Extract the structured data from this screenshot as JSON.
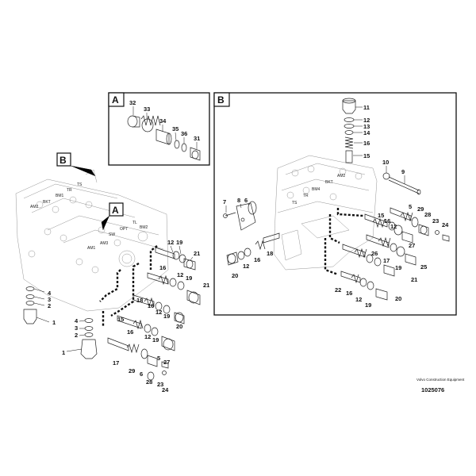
{
  "diagram": {
    "title": "Control valve exploded view",
    "detail_a": {
      "label": "A",
      "parts": [
        "32",
        "33",
        "34",
        "35",
        "36",
        "31"
      ]
    },
    "detail_b": {
      "label": "B",
      "parts": [
        "11",
        "12",
        "13",
        "14",
        "16",
        "15",
        "10",
        "9",
        "7",
        "8",
        "6",
        "5",
        "29",
        "28",
        "23",
        "24",
        "15",
        "16",
        "12",
        "27",
        "25",
        "26",
        "17",
        "19",
        "18",
        "16",
        "12",
        "20",
        "22",
        "16",
        "12",
        "19",
        "20",
        "21"
      ]
    },
    "main_view": {
      "callout_b": "B",
      "callout_a": "A",
      "parts": [
        "12",
        "19",
        "21",
        "16",
        "12",
        "19",
        "21",
        "18",
        "16",
        "12",
        "19",
        "20",
        "15",
        "16",
        "12",
        "19",
        "27",
        "17",
        "29",
        "6",
        "5",
        "28",
        "23",
        "24",
        "4",
        "3",
        "2",
        "1",
        "4",
        "3",
        "2",
        "1"
      ]
    },
    "section_tags": [
      "TS",
      "TR",
      "BM1",
      "AM2",
      "BKT",
      "OPT",
      "SW",
      "TL",
      "AM1",
      "BM2",
      "AM3"
    ],
    "detail_b_tags": [
      "AM2",
      "BKT",
      "BM4",
      "TR",
      "TS"
    ],
    "footer": {
      "company": "Volvo Construction Equipment",
      "drawing_number": "1025076"
    }
  }
}
